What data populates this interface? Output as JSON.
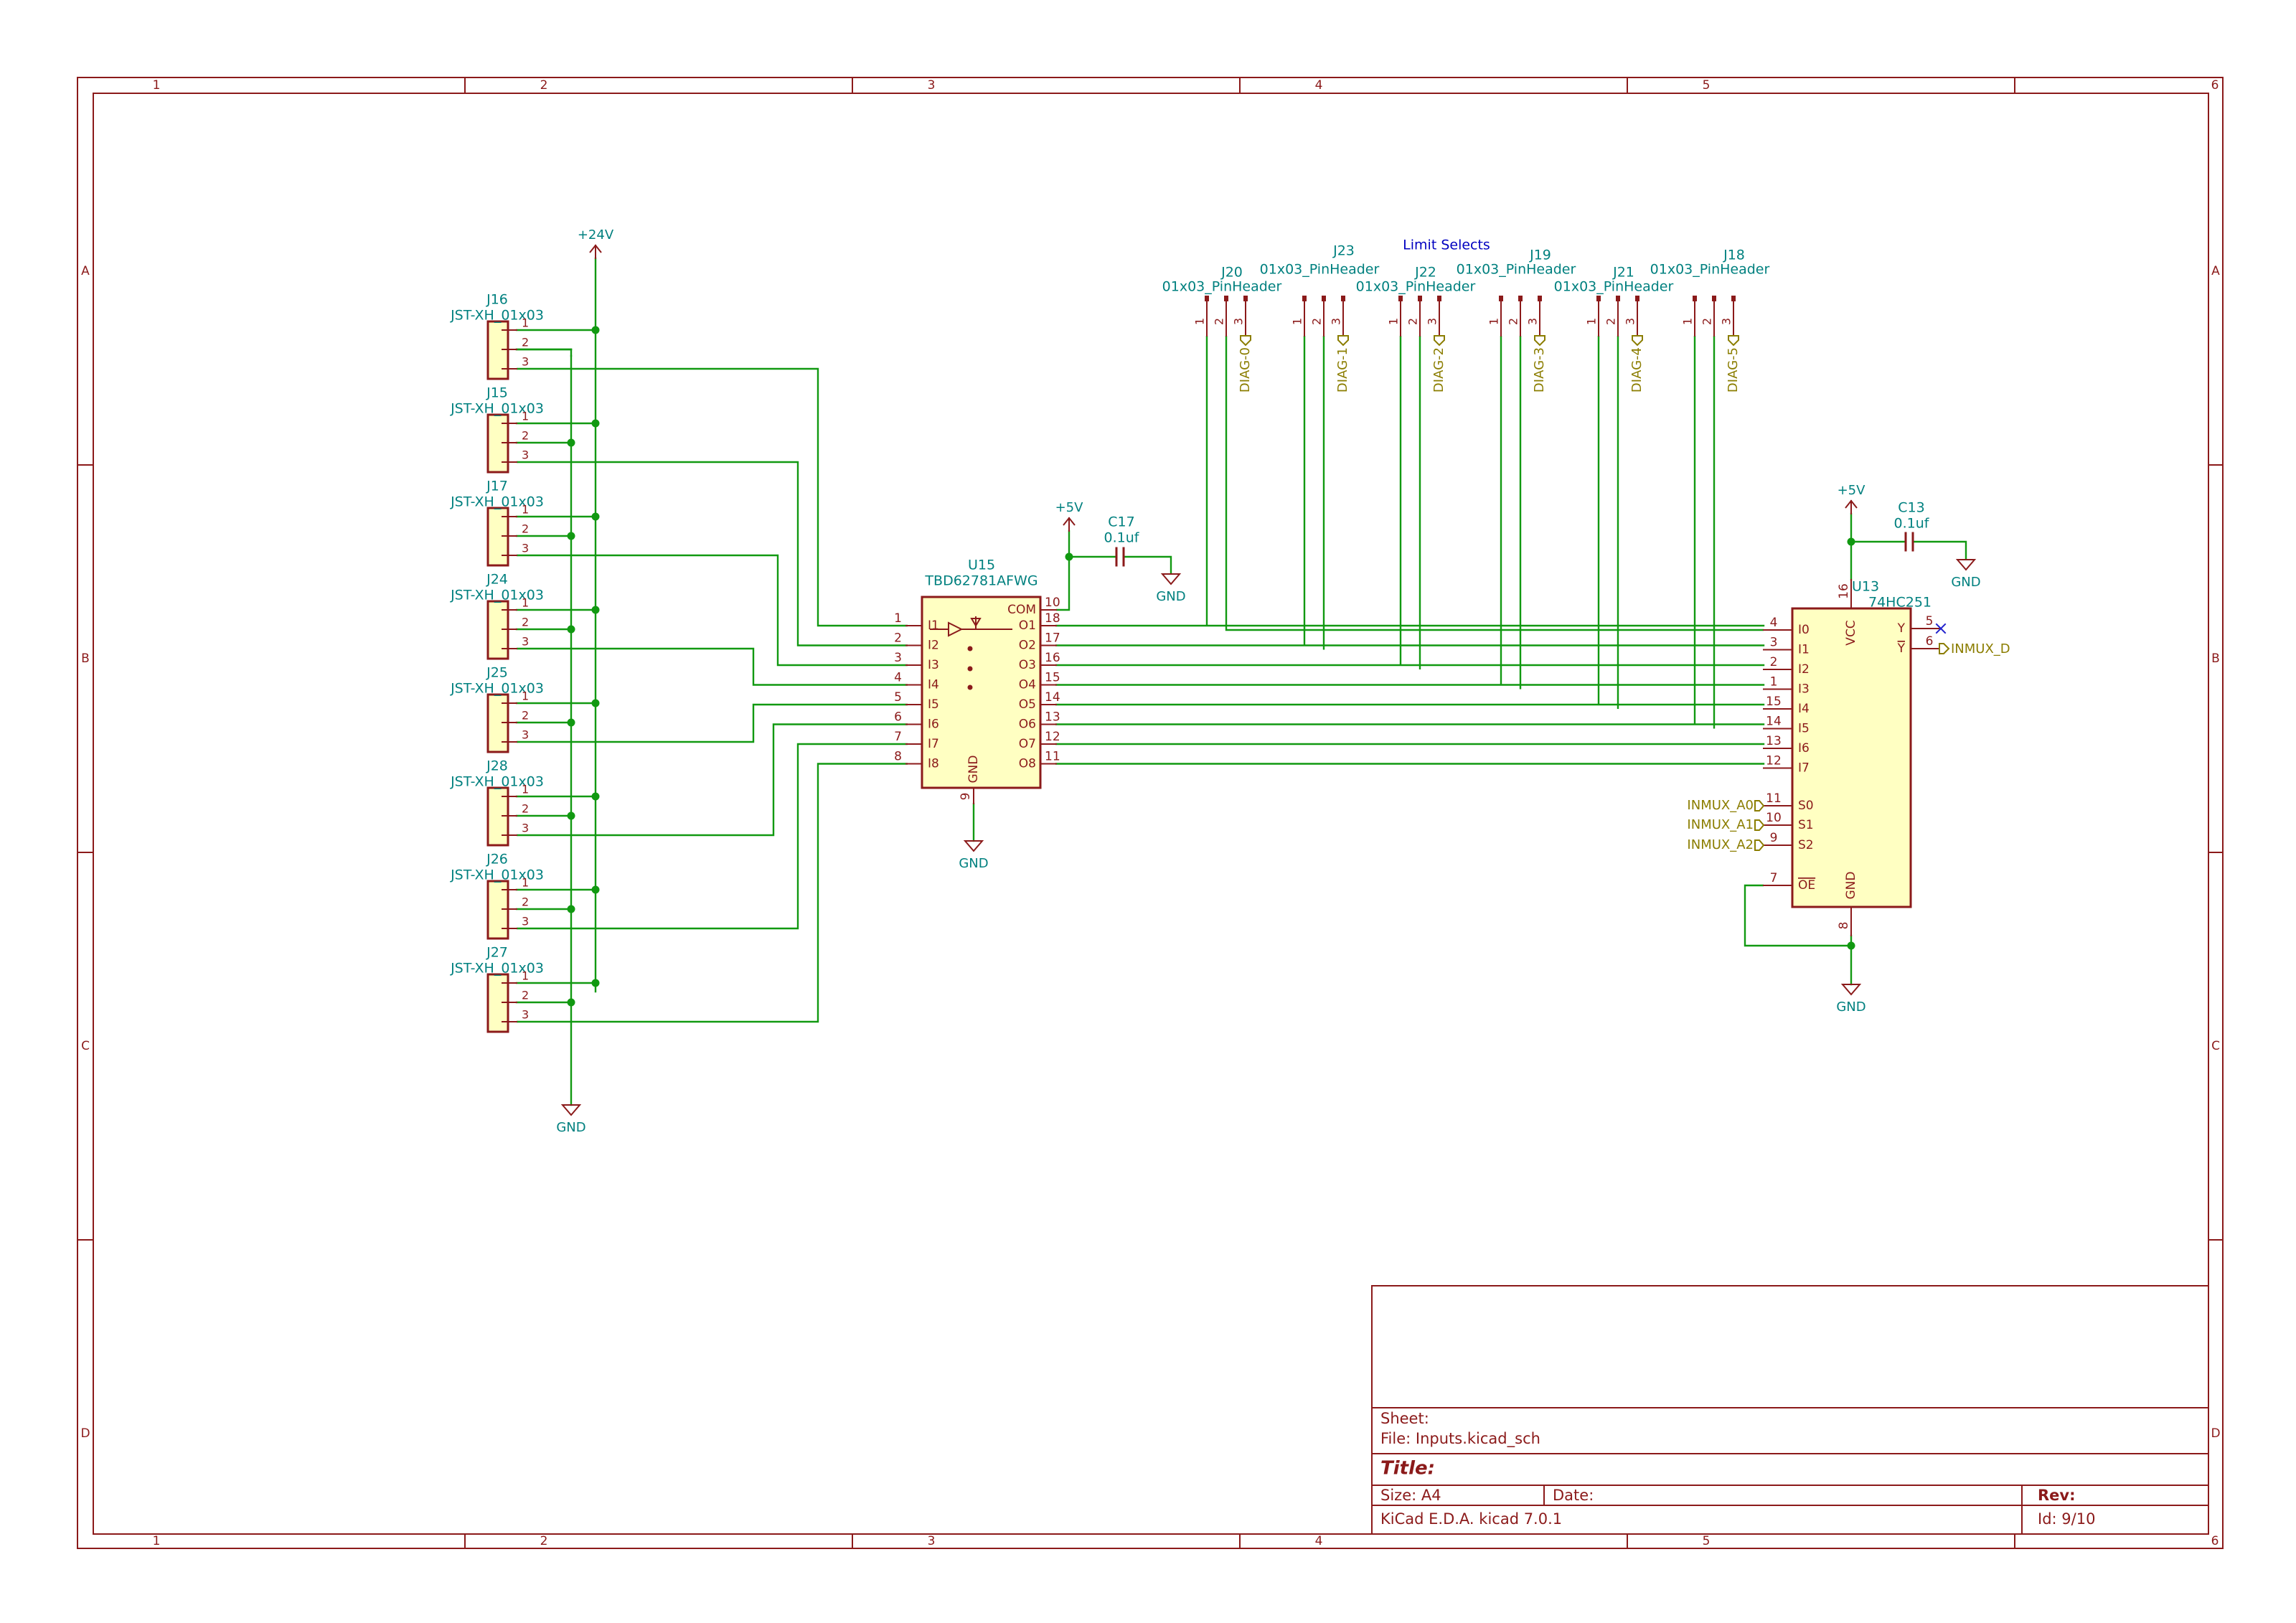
{
  "colors": {
    "frame": "#8b1a1a",
    "wire": "#119911",
    "ref": "#00807f",
    "label": "#8b7d00",
    "note": "#0000c0",
    "part_fill": "#ffffc2",
    "part_stroke": "#8b1a1a",
    "junction": "#119911",
    "noconnect": "#2222cc"
  },
  "frame": {
    "col_labels": [
      "1",
      "2",
      "3",
      "4",
      "5",
      "6"
    ],
    "row_labels": [
      "A",
      "B",
      "C",
      "D"
    ]
  },
  "note": "Limit Selects",
  "power": {
    "p24v": "+24V",
    "p5v": "+5V",
    "gnd": "GND"
  },
  "jst_connectors": [
    {
      "ref": "J16",
      "value": "JST-XH_01x03"
    },
    {
      "ref": "J15",
      "value": "JST-XH_01x03"
    },
    {
      "ref": "J17",
      "value": "JST-XH_01x03"
    },
    {
      "ref": "J24",
      "value": "JST-XH_01x03"
    },
    {
      "ref": "J25",
      "value": "JST-XH_01x03"
    },
    {
      "ref": "J28",
      "value": "JST-XH_01x03"
    },
    {
      "ref": "J26",
      "value": "JST-XH_01x03"
    },
    {
      "ref": "J27",
      "value": "JST-XH_01x03"
    }
  ],
  "jst_pins": [
    "1",
    "2",
    "3"
  ],
  "pin_headers": [
    {
      "ref": "J20",
      "value": "01x03_PinHeader",
      "label": "DIAG-0"
    },
    {
      "ref": "J23",
      "value": "01x03_PinHeader",
      "label": "DIAG-1"
    },
    {
      "ref": "J22",
      "value": "01x03_PinHeader",
      "label": "DIAG-2"
    },
    {
      "ref": "J19",
      "value": "01x03_PinHeader",
      "label": "DIAG-3"
    },
    {
      "ref": "J21",
      "value": "01x03_PinHeader",
      "label": "DIAG-4"
    },
    {
      "ref": "J18",
      "value": "01x03_PinHeader",
      "label": "DIAG-5"
    }
  ],
  "c17": {
    "ref": "C17",
    "value": "0.1uf"
  },
  "c13": {
    "ref": "C13",
    "value": "0.1uf"
  },
  "u15": {
    "ref": "U15",
    "value": "TBD62781AFWG",
    "com_label": "COM",
    "com_pin": "10",
    "gnd_label": "GND",
    "gnd_pin": "9",
    "inputs": [
      {
        "name": "I1",
        "pin": "1"
      },
      {
        "name": "I2",
        "pin": "2"
      },
      {
        "name": "I3",
        "pin": "3"
      },
      {
        "name": "I4",
        "pin": "4"
      },
      {
        "name": "I5",
        "pin": "5"
      },
      {
        "name": "I6",
        "pin": "6"
      },
      {
        "name": "I7",
        "pin": "7"
      },
      {
        "name": "I8",
        "pin": "8"
      }
    ],
    "outputs": [
      {
        "name": "O1",
        "pin": "18"
      },
      {
        "name": "O2",
        "pin": "17"
      },
      {
        "name": "O3",
        "pin": "16"
      },
      {
        "name": "O4",
        "pin": "15"
      },
      {
        "name": "O5",
        "pin": "14"
      },
      {
        "name": "O6",
        "pin": "13"
      },
      {
        "name": "O7",
        "pin": "12"
      },
      {
        "name": "O8",
        "pin": "11"
      }
    ]
  },
  "u13": {
    "ref": "U13",
    "value": "74HC251",
    "vcc_label": "VCC",
    "vcc_pin": "16",
    "gnd_label": "GND",
    "gnd_pin": "8",
    "inputs": [
      {
        "name": "I0",
        "pin": "4"
      },
      {
        "name": "I1",
        "pin": "3"
      },
      {
        "name": "I2",
        "pin": "2"
      },
      {
        "name": "I3",
        "pin": "1"
      },
      {
        "name": "I4",
        "pin": "15"
      },
      {
        "name": "I5",
        "pin": "14"
      },
      {
        "name": "I6",
        "pin": "13"
      },
      {
        "name": "I7",
        "pin": "12"
      }
    ],
    "selects": [
      {
        "name": "S0",
        "pin": "11",
        "label": "INMUX_A0"
      },
      {
        "name": "S1",
        "pin": "10",
        "label": "INMUX_A1"
      },
      {
        "name": "S2",
        "pin": "9",
        "label": "INMUX_A2"
      }
    ],
    "oe_name": "OE",
    "oe_pin": "7",
    "y_name": "Y",
    "y_pin": "5",
    "ybar_name": "Y",
    "ybar_pin": "6",
    "out_label": "INMUX_D"
  },
  "title_block": {
    "sheet": "Sheet:",
    "file": "File: Inputs.kicad_sch",
    "title": "Title:",
    "size": "Size: A4",
    "date": "Date:",
    "rev": "Rev:",
    "tool": "KiCad E.D.A.  kicad 7.0.1",
    "id": "Id: 9/10"
  }
}
